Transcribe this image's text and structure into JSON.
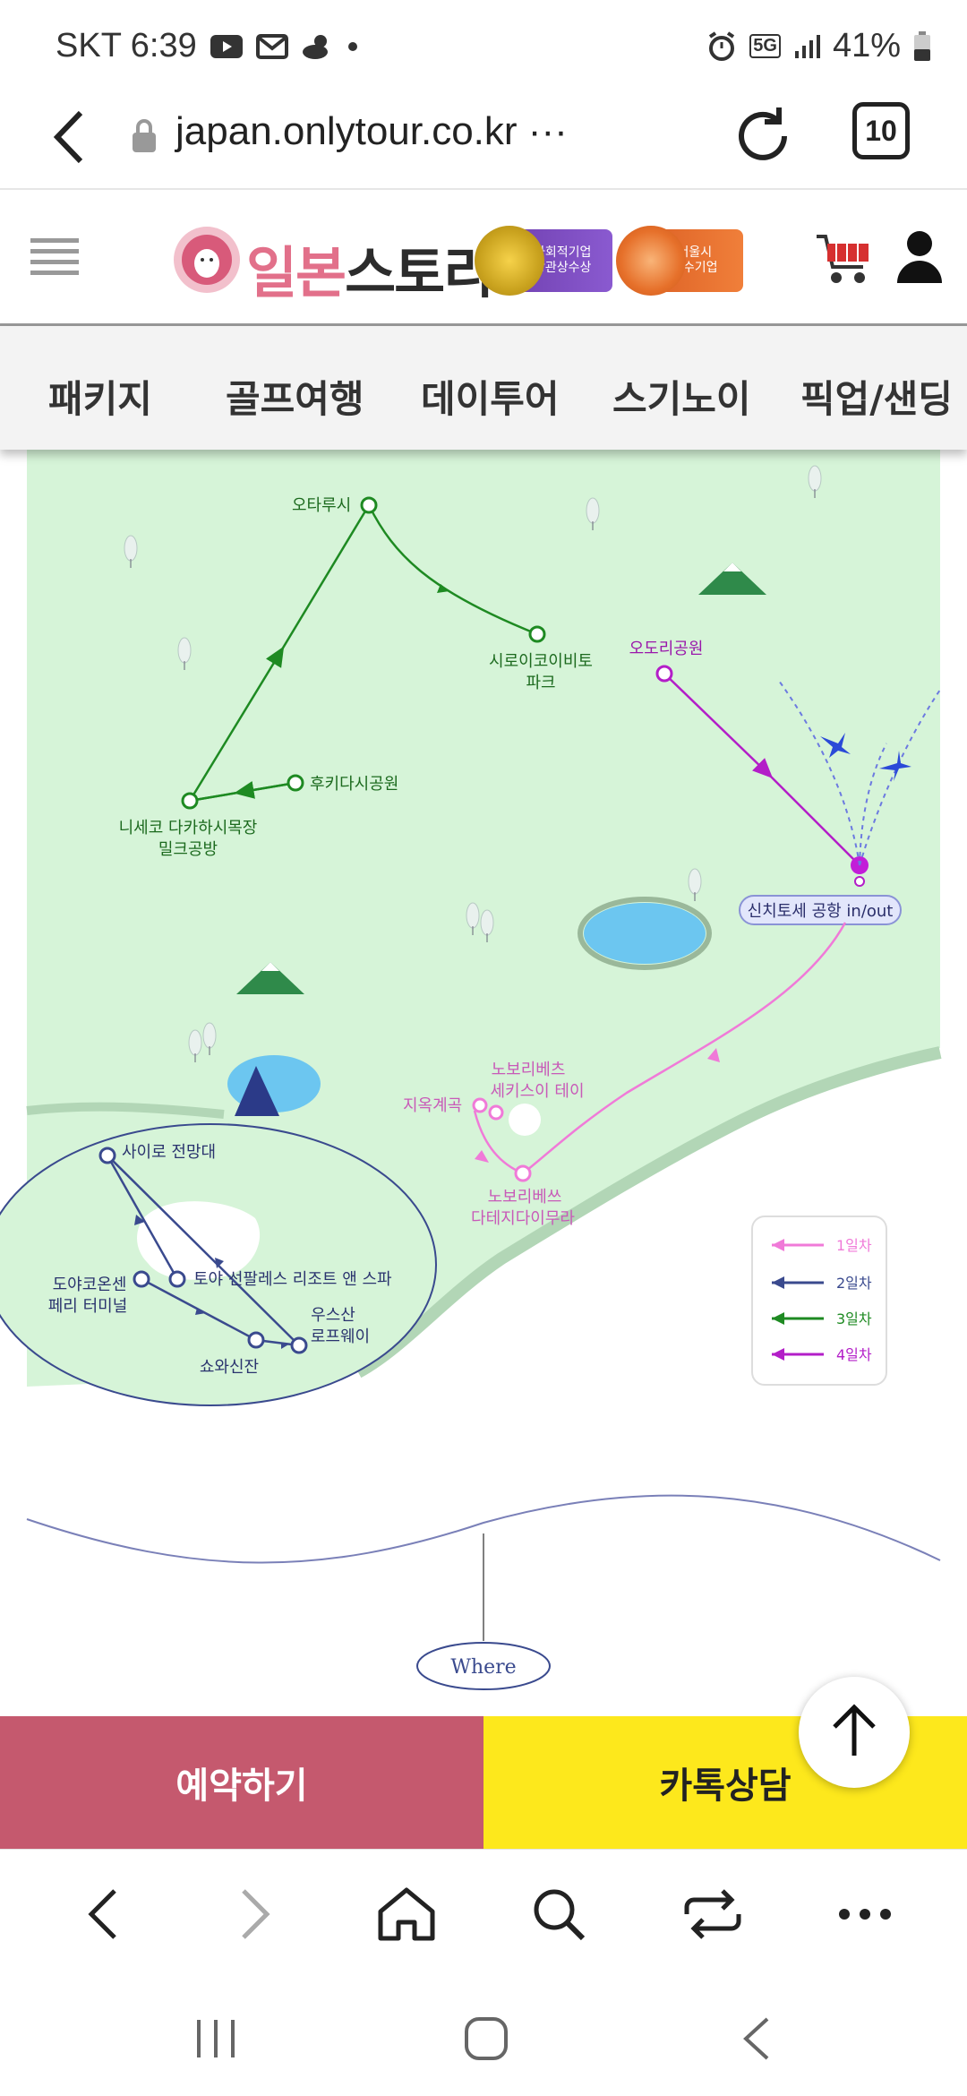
{
  "status_bar": {
    "carrier_time": "SKT 6:39",
    "network": "5G",
    "battery": "41%",
    "icons": [
      "youtube-icon",
      "mail-icon",
      "weather-icon",
      "dot-icon",
      "alarm-icon",
      "signal-icon",
      "battery-icon"
    ]
  },
  "url_bar": {
    "url": "japan.onlytour.co.kr ···",
    "tab_count": "10"
  },
  "header": {
    "logo_part1": "일본",
    "logo_part2": "스토리",
    "badge1_line1": "사회적기업",
    "badge1_line2": "장관상수상",
    "badge2_line1": "서울시",
    "badge2_line2": "우수기업"
  },
  "nav": {
    "items": [
      {
        "label": "패키지"
      },
      {
        "label": "골프여행"
      },
      {
        "label": "데이투어"
      },
      {
        "label": "스기노이"
      },
      {
        "label": "픽업/샌딩"
      }
    ]
  },
  "map": {
    "places": {
      "otaru": "오타루시",
      "shiroi": [
        "시로이코이비토",
        "파크"
      ],
      "fukidashi": "후키다시공원",
      "niseko": [
        "니세코 다카하시목장",
        "밀크공방"
      ],
      "odori": "오도리공원",
      "airport": "신치토세 공항 in/out",
      "noboribetsu_seki": [
        "노보리베츠",
        "세키스이 테이"
      ],
      "jigoku": "지옥계곡",
      "noboribetsu_date": [
        "노보리베쓰",
        "다테지다이무라"
      ],
      "sairo": "사이로 전망대",
      "toya_sun": "토야 선팔레스 리조트 앤 스파",
      "toya_ferry": [
        "도야코온센",
        "페리 터미널"
      ],
      "usuzan": [
        "우스산",
        "로프웨이"
      ],
      "showashinzan": "쇼와신잔"
    },
    "legend": [
      {
        "label": "1일차",
        "color": "#f07ad8"
      },
      {
        "label": "2일차",
        "color": "#3a4a8e"
      },
      {
        "label": "3일차",
        "color": "#1e8a22"
      },
      {
        "label": "4일차",
        "color": "#b31ec8"
      }
    ],
    "where_label": "Where"
  },
  "bottom": {
    "reserve": "예약하기",
    "kakao": "카톡상담"
  }
}
